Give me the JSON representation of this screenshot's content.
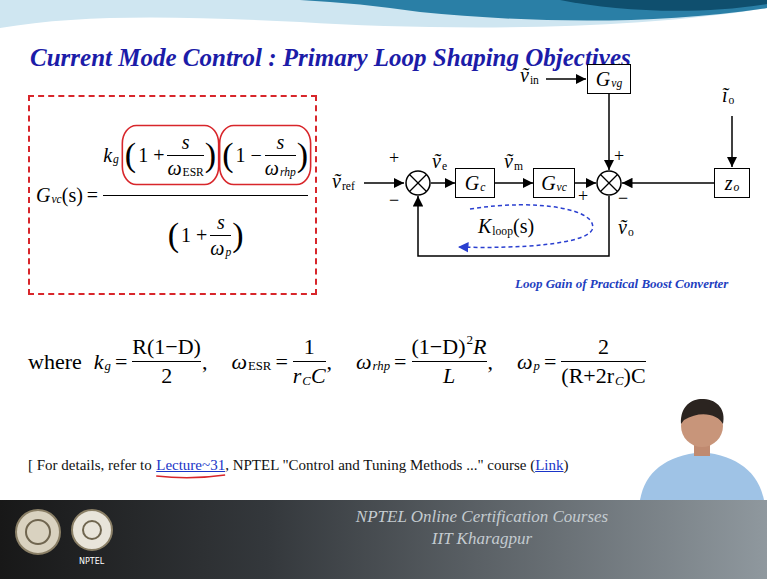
{
  "diagram": {
    "title": "Current Mode Control : Primary Loop Shaping Objectives",
    "caption": "Loop Gain of Practical Boost Converter",
    "nodes": [
      {
        "text": [
          "G",
          "vc",
          "(s)",
          "=",
          "k",
          "g",
          "(",
          "1 +",
          "s",
          "ω",
          "ESR",
          ")",
          "(",
          "1 −",
          "s",
          "ω",
          "rhp",
          ")",
          "(",
          "1 +",
          "s",
          "ω",
          "p",
          ")"
        ]
      },
      {
        "text": [
          "+",
          "−"
        ]
      },
      {
        "text": [
          "G",
          "c"
        ]
      },
      {
        "text": [
          "G",
          "vc"
        ]
      },
      {
        "text": [
          "+",
          "+",
          "−"
        ]
      },
      {
        "text": [
          "G",
          "vg"
        ]
      },
      {
        "text": [
          "z",
          "o"
        ]
      }
    ],
    "edges": [
      {
        "from": 1,
        "to": 2,
        "arrow": "to"
      },
      {
        "from": 2,
        "to": 3,
        "arrow": "to"
      },
      {
        "from": 3,
        "to": 4,
        "arrow": "to"
      },
      {
        "from": 5,
        "to": 4,
        "arrow": "to"
      },
      {
        "from": 6,
        "to": 4,
        "arrow": "to"
      },
      {
        "from": 4,
        "to": 1,
        "arrow": "to"
      }
    ],
    "labels": [
      "ṽ",
      "ref",
      "ṽ",
      "e",
      "ṽ",
      "m",
      "ṽ",
      "in",
      "ĩ",
      "o",
      "ṽ",
      "o",
      "K",
      "loop",
      "(s)",
      "where",
      "k",
      "g",
      "=",
      "R(1−D)",
      "2",
      ",",
      "ω",
      "ESR",
      "=",
      "1",
      "r",
      "C",
      "C",
      ",",
      "ω",
      "rhp",
      "=",
      "(1−D)",
      "2",
      "R",
      "L",
      ",",
      "ω",
      "p",
      "=",
      "2",
      "(R+2r",
      "C",
      ")C",
      "[ For details, refer to",
      "Lecture~31",
      ", NPTEL \"Control and Tuning Methods ...\" course (",
      "Link",
      ")",
      "NPTEL Online Certification Courses",
      "IIT Kharagpur",
      "NPTEL"
    ]
  }
}
